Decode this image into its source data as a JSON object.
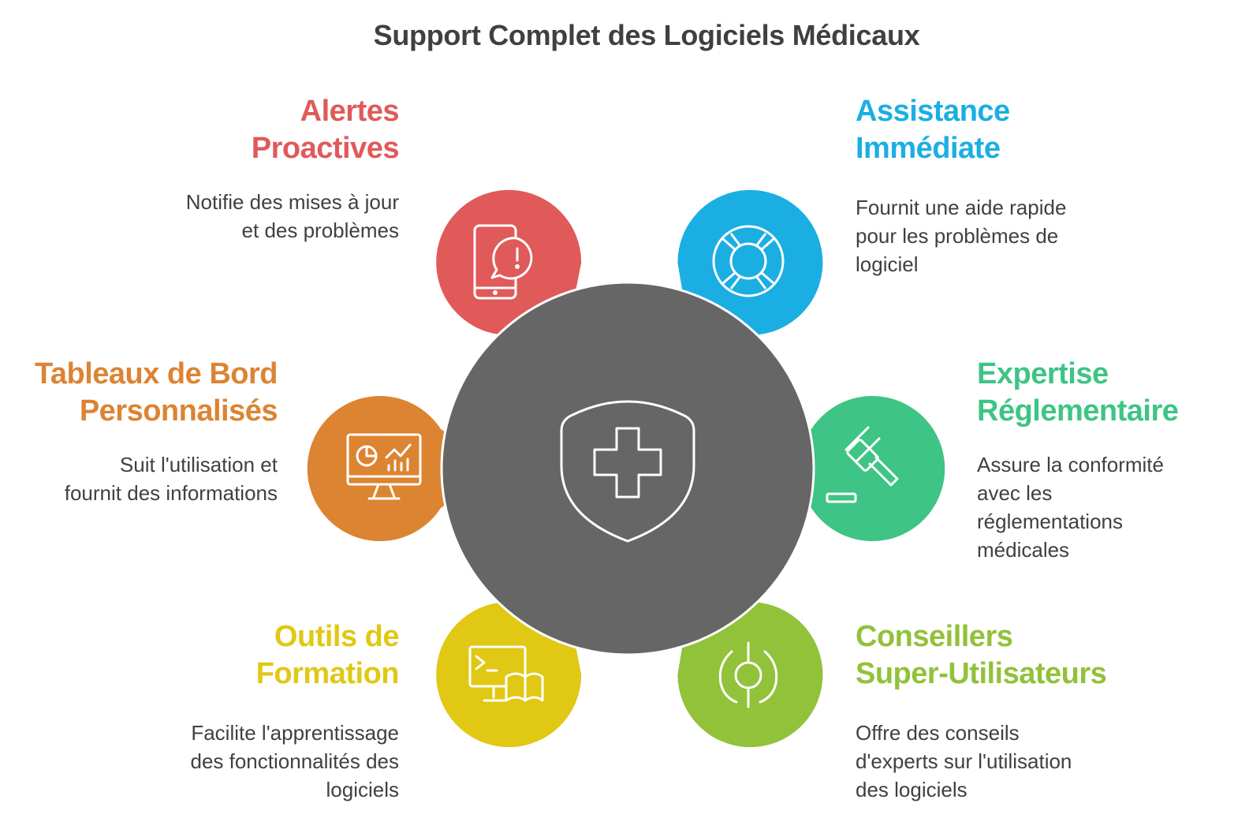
{
  "title": "Support Complet des Logiciels Médicaux",
  "center": {
    "icon": "shield-cross-icon",
    "color": "#666666"
  },
  "items": [
    {
      "id": "alertes",
      "heading_lines": [
        "Alertes",
        "Proactives"
      ],
      "desc_lines": [
        "Notifie des mises à jour",
        "et des problèmes"
      ],
      "color": "#E05A5A",
      "icon": "phone-alert-icon"
    },
    {
      "id": "assistance",
      "heading_lines": [
        "Assistance",
        "Immédiate"
      ],
      "desc_lines": [
        "Fournit une aide rapide",
        "pour les problèmes de",
        "logiciel"
      ],
      "color": "#1BAEE3",
      "icon": "lifebuoy-icon"
    },
    {
      "id": "tableaux",
      "heading_lines": [
        "Tableaux de Bord",
        "Personnalisés"
      ],
      "desc_lines": [
        "Suit l'utilisation et",
        "fournit des informations"
      ],
      "color": "#DC8432",
      "icon": "dashboard-monitor-icon"
    },
    {
      "id": "expertise",
      "heading_lines": [
        "Expertise",
        "Réglementaire"
      ],
      "desc_lines": [
        "Assure la conformité",
        "avec les",
        "réglementations",
        "médicales"
      ],
      "color": "#3EC485",
      "icon": "gavel-icon"
    },
    {
      "id": "outils",
      "heading_lines": [
        "Outils de",
        "Formation"
      ],
      "desc_lines": [
        "Facilite l'apprentissage",
        "des fonctionnalités des",
        "logiciels"
      ],
      "color": "#E0C814",
      "icon": "computer-book-icon"
    },
    {
      "id": "conseillers",
      "heading_lines": [
        "Conseillers",
        "Super-Utilisateurs"
      ],
      "desc_lines": [
        "Offre des conseils",
        "d'experts sur l'utilisation",
        "des logiciels"
      ],
      "color": "#92C13A",
      "icon": "headset-user-icon"
    }
  ]
}
